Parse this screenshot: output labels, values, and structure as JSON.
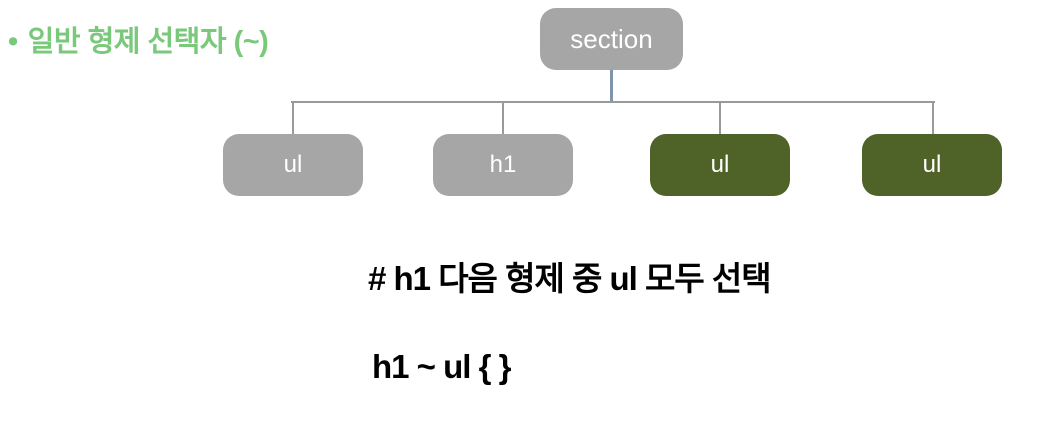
{
  "colors": {
    "title_green": "#7ac87a",
    "box_gray": "#a6a6a6",
    "box_green": "#4f6228",
    "line_gray": "#9a9a9a",
    "stub_blue": "#7d96ad",
    "node_text": "#ffffff",
    "annotation_text": "#000000"
  },
  "title": {
    "bullet": "•",
    "label": "일반 형제 선택자 (~)"
  },
  "tree": {
    "root": {
      "label": "section",
      "variant": "gray"
    },
    "children": [
      {
        "label": "ul",
        "variant": "gray"
      },
      {
        "label": "h1",
        "variant": "gray"
      },
      {
        "label": "ul",
        "variant": "green"
      },
      {
        "label": "ul",
        "variant": "green"
      }
    ]
  },
  "annotation": {
    "comment": "# h1 다음 형제 중 ul 모두 선택",
    "code": "h1 ~ ul { }"
  }
}
